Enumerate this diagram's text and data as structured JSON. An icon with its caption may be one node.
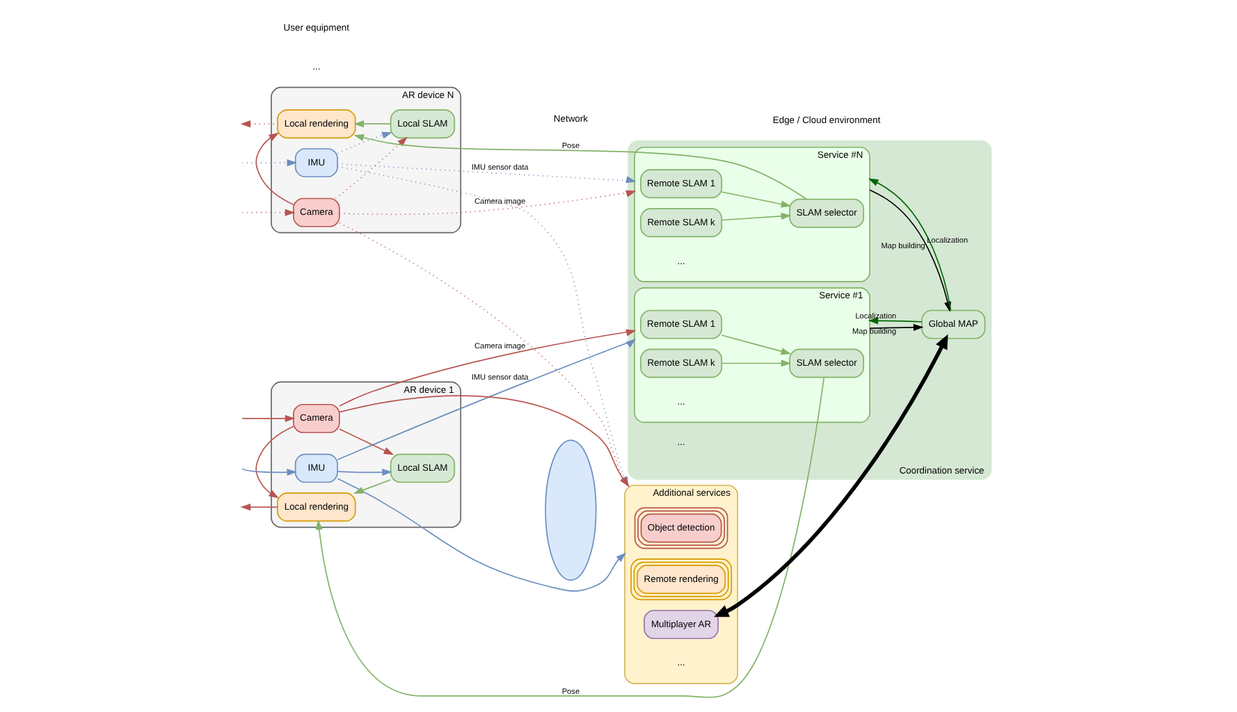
{
  "diagram": {
    "nodes": [
      {
        "text": [
          "AR device 1"
        ]
      },
      {
        "text": [
          "IMU"
        ],
        "in": 0
      },
      {
        "text": [
          "Local SLAM"
        ],
        "in": 0
      },
      {
        "text": [
          "Camera"
        ],
        "in": 0
      },
      {
        "text": [
          "Local rendering"
        ],
        "in": 0
      },
      {
        "text": [
          "AR device N"
        ]
      },
      {
        "text": [
          "IMU"
        ],
        "in": 5
      },
      {
        "text": [
          "Local SLAM"
        ],
        "in": 5
      },
      {
        "text": [
          "Camera"
        ],
        "in": 5
      },
      {
        "text": [
          "Local rendering"
        ],
        "in": 5
      },
      {
        "text": [],
        "shape": "cloud"
      },
      {
        "text": [
          "Additional services"
        ]
      },
      {
        "text": [
          "Object detection"
        ],
        "in": 11
      },
      {
        "text": [
          "Remote rendering"
        ],
        "in": 11
      },
      {
        "text": [
          "Multiplayer AR"
        ],
        "in": 11
      },
      {
        "text": [
          "Coordination service"
        ]
      },
      {
        "text": [
          "Service #1"
        ],
        "in": 15
      },
      {
        "text": [
          "Remote SLAM 1"
        ],
        "in": 16
      },
      {
        "text": [
          "Remote SLAM k"
        ],
        "in": 16
      },
      {
        "text": [
          "SLAM selector"
        ],
        "in": 16
      },
      {
        "text": [
          "Service #N"
        ],
        "in": 15
      },
      {
        "text": [
          "Remote SLAM 1"
        ],
        "in": 20
      },
      {
        "text": [
          "Remote SLAM k"
        ],
        "in": 20
      },
      {
        "text": [
          "SLAM selector"
        ],
        "in": 20
      },
      {
        "text": [
          "Global MAP"
        ],
        "in": 15
      }
    ],
    "edges": [
      {
        "from": null,
        "to": 1,
        "arrow": "to",
        "color": "#6c8ebf"
      },
      {
        "from": null,
        "to": 3,
        "arrow": "to",
        "color": "#b85450"
      },
      {
        "from": 4,
        "to": null,
        "arrow": "to",
        "color": "#b85450"
      },
      {
        "from": 1,
        "to": 2,
        "arrow": "to",
        "color": "#6c8ebf"
      },
      {
        "from": 3,
        "to": 2,
        "arrow": "to",
        "color": "#b85450"
      },
      {
        "from": 3,
        "to": 4,
        "arrow": "to",
        "color": "#b85450"
      },
      {
        "from": 2,
        "to": 4,
        "arrow": "to",
        "color": "#82b366"
      },
      {
        "from": 3,
        "to": 16,
        "label": "Camera image",
        "arrow": "to",
        "color": "#b85450"
      },
      {
        "from": 3,
        "to": 11,
        "arrow": "to",
        "color": "#b85450"
      },
      {
        "from": 1,
        "to": 16,
        "label": "IMU sensor data",
        "arrow": "to",
        "color": "#6c8ebf"
      },
      {
        "from": 1,
        "to": 11,
        "arrow": "to",
        "color": "#6c8ebf"
      },
      {
        "from": 19,
        "to": 4,
        "label": "Pose",
        "arrow": "to",
        "color": "#82b366"
      },
      {
        "from": null,
        "to": 6,
        "arrow": "to",
        "style": "dashed",
        "color": "#6c8ebf"
      },
      {
        "from": null,
        "to": 8,
        "arrow": "to",
        "style": "dashed",
        "color": "#b85450"
      },
      {
        "from": 9,
        "to": null,
        "arrow": "to",
        "style": "dashed",
        "color": "#b85450"
      },
      {
        "from": 6,
        "to": 7,
        "arrow": "to",
        "style": "dashed",
        "color": "#6c8ebf"
      },
      {
        "from": 8,
        "to": 7,
        "arrow": "to",
        "style": "dashed",
        "color": "#b85450"
      },
      {
        "from": 8,
        "to": 9,
        "arrow": "to",
        "color": "#b85450"
      },
      {
        "from": 7,
        "to": 9,
        "arrow": "to",
        "color": "#82b366"
      },
      {
        "from": 8,
        "to": 20,
        "label": "Camera image",
        "arrow": "to",
        "style": "dashed",
        "color": "#b85450"
      },
      {
        "from": 8,
        "to": 11,
        "arrow": "to",
        "style": "dashed",
        "color": "#b85450"
      },
      {
        "from": 6,
        "to": 20,
        "label": "IMU sensor data",
        "arrow": "to",
        "style": "dashed",
        "color": "#6c8ebf"
      },
      {
        "from": 6,
        "to": 11,
        "arrow": "to",
        "style": "dashed",
        "color": "#6c8ebf"
      },
      {
        "from": 23,
        "to": 9,
        "label": "Pose",
        "arrow": "to",
        "color": "#82b366"
      },
      {
        "from": 17,
        "to": 19,
        "arrow": "to",
        "color": "#82b366"
      },
      {
        "from": 18,
        "to": 19,
        "arrow": "to",
        "color": "#82b366"
      },
      {
        "from": 21,
        "to": 23,
        "arrow": "to",
        "color": "#82b366"
      },
      {
        "from": 22,
        "to": 23,
        "arrow": "to",
        "color": "#82b366"
      },
      {
        "from": 16,
        "to": 24,
        "label": "Map building",
        "arrow": "to",
        "color": "#000000"
      },
      {
        "from": 24,
        "to": 16,
        "label": "Localization",
        "arrow": "to",
        "color": "#006600"
      },
      {
        "from": 20,
        "to": 24,
        "label": "Map building",
        "arrow": "to",
        "color": "#000000"
      },
      {
        "from": 24,
        "to": 20,
        "label": "Localization",
        "arrow": "to",
        "color": "#006600"
      },
      {
        "from": 24,
        "to": 14,
        "arrow": "both",
        "style": "thick",
        "color": "#000000"
      }
    ],
    "labels": [
      "...",
      "...",
      "...",
      "...",
      "...",
      "User equipment",
      "Network",
      "Edge / Cloud environment"
    ]
  }
}
